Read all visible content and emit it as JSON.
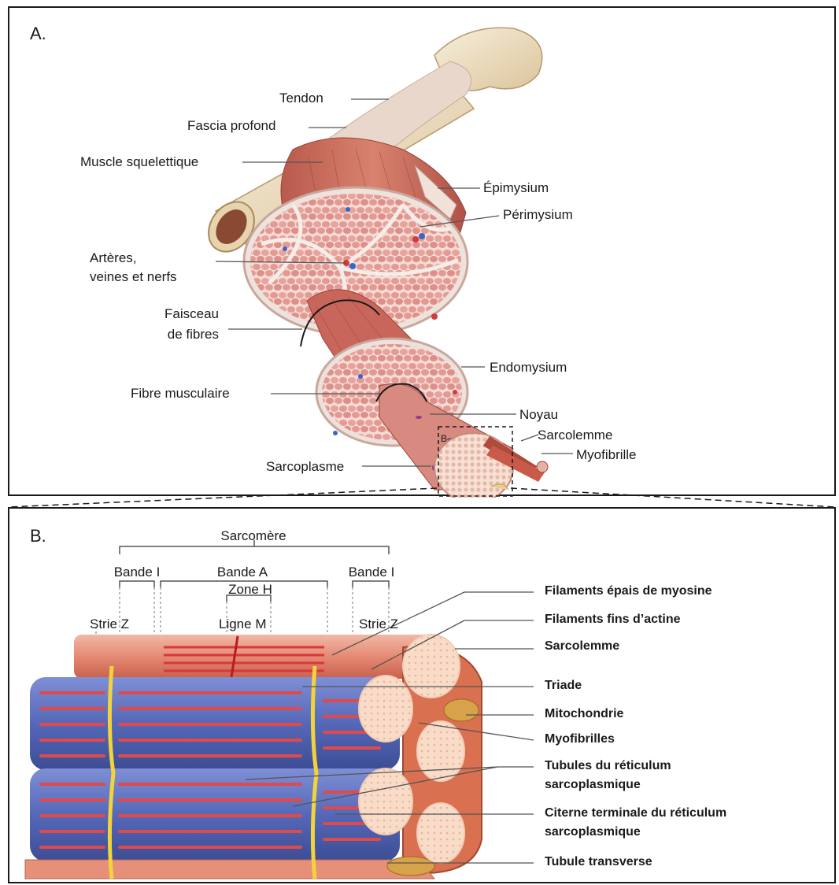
{
  "panel_a": {
    "label": "A.",
    "labels": {
      "tendon": "Tendon",
      "fascia": "Fascia profond",
      "muscle": "Muscle squelettique",
      "epimysium": "Épimysium",
      "perimysium": "Périmysium",
      "arteres_line1": "Artères,",
      "arteres_line2": "veines et nerfs",
      "faisceau_line1": "Faisceau",
      "faisceau_line2": "de fibres",
      "endomysium": "Endomysium",
      "fibre": "Fibre musculaire",
      "noyau": "Noyau",
      "sarcolemme": "Sarcolemme",
      "myofibrille": "Myofibrille",
      "sarcoplasme": "Sarcoplasme",
      "inset_marker": "B"
    }
  },
  "panel_b": {
    "label": "B.",
    "top_labels": {
      "sarcomere": "Sarcomère",
      "bande_i_left": "Bande I",
      "bande_a": "Bande A",
      "bande_i_right": "Bande I",
      "zone_h": "Zone H",
      "strie_z_left": "Strie Z",
      "ligne_m": "Ligne M",
      "strie_z_right": "Strie Z"
    },
    "right_labels": {
      "filaments_epais": "Filaments épais de myosine",
      "filaments_fins": "Filaments fins d’actine",
      "sarcolemme": "Sarcolemme",
      "triade": "Triade",
      "mitochondrie": "Mitochondrie",
      "myofibrilles": "Myofibrilles",
      "tubules_line1": "Tubules du réticulum",
      "tubules_line2": "sarcoplasmique",
      "citerne_line1": "Citerne terminale du réticulum",
      "citerne_line2": "sarcoplasmique",
      "tubule_transverse": "Tubule transverse"
    }
  },
  "colors": {
    "muscle_red": "#c8605a",
    "muscle_light": "#eab0a6",
    "bone": "#f1e2c4",
    "reticulum_blue": "#5568b8",
    "t_tubule_yellow": "#f2d43a",
    "filament_red": "#d9373a"
  }
}
